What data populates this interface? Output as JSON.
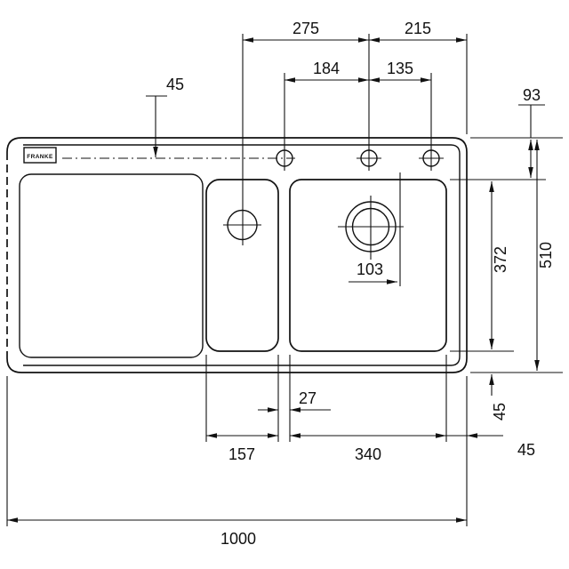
{
  "drawing": {
    "type": "kitchen-sink-technical-dimension-drawing",
    "logo_text": "FRANKE",
    "line_color": "#111111",
    "background": "#ffffff"
  },
  "dims": {
    "drain_to_tap": "275",
    "tap_to_edge": "215",
    "tap_span_a": "184",
    "tap_span_b": "135",
    "tap_from_top": "45",
    "rim_back": "93",
    "bowl_length": "372",
    "total_depth": "510",
    "drain_inset": "103",
    "bowl_gap": "27",
    "small_bowl_width": "157",
    "main_bowl_width": "340",
    "rim_front": "45",
    "rim_side": "45",
    "total_width": "1000"
  },
  "icons": {
    "logo": "franke-logo-icon",
    "drain_small": "drain-circle-icon",
    "drain_main": "drain-double-circle-icon",
    "tap_hole": "tap-hole-icon"
  }
}
